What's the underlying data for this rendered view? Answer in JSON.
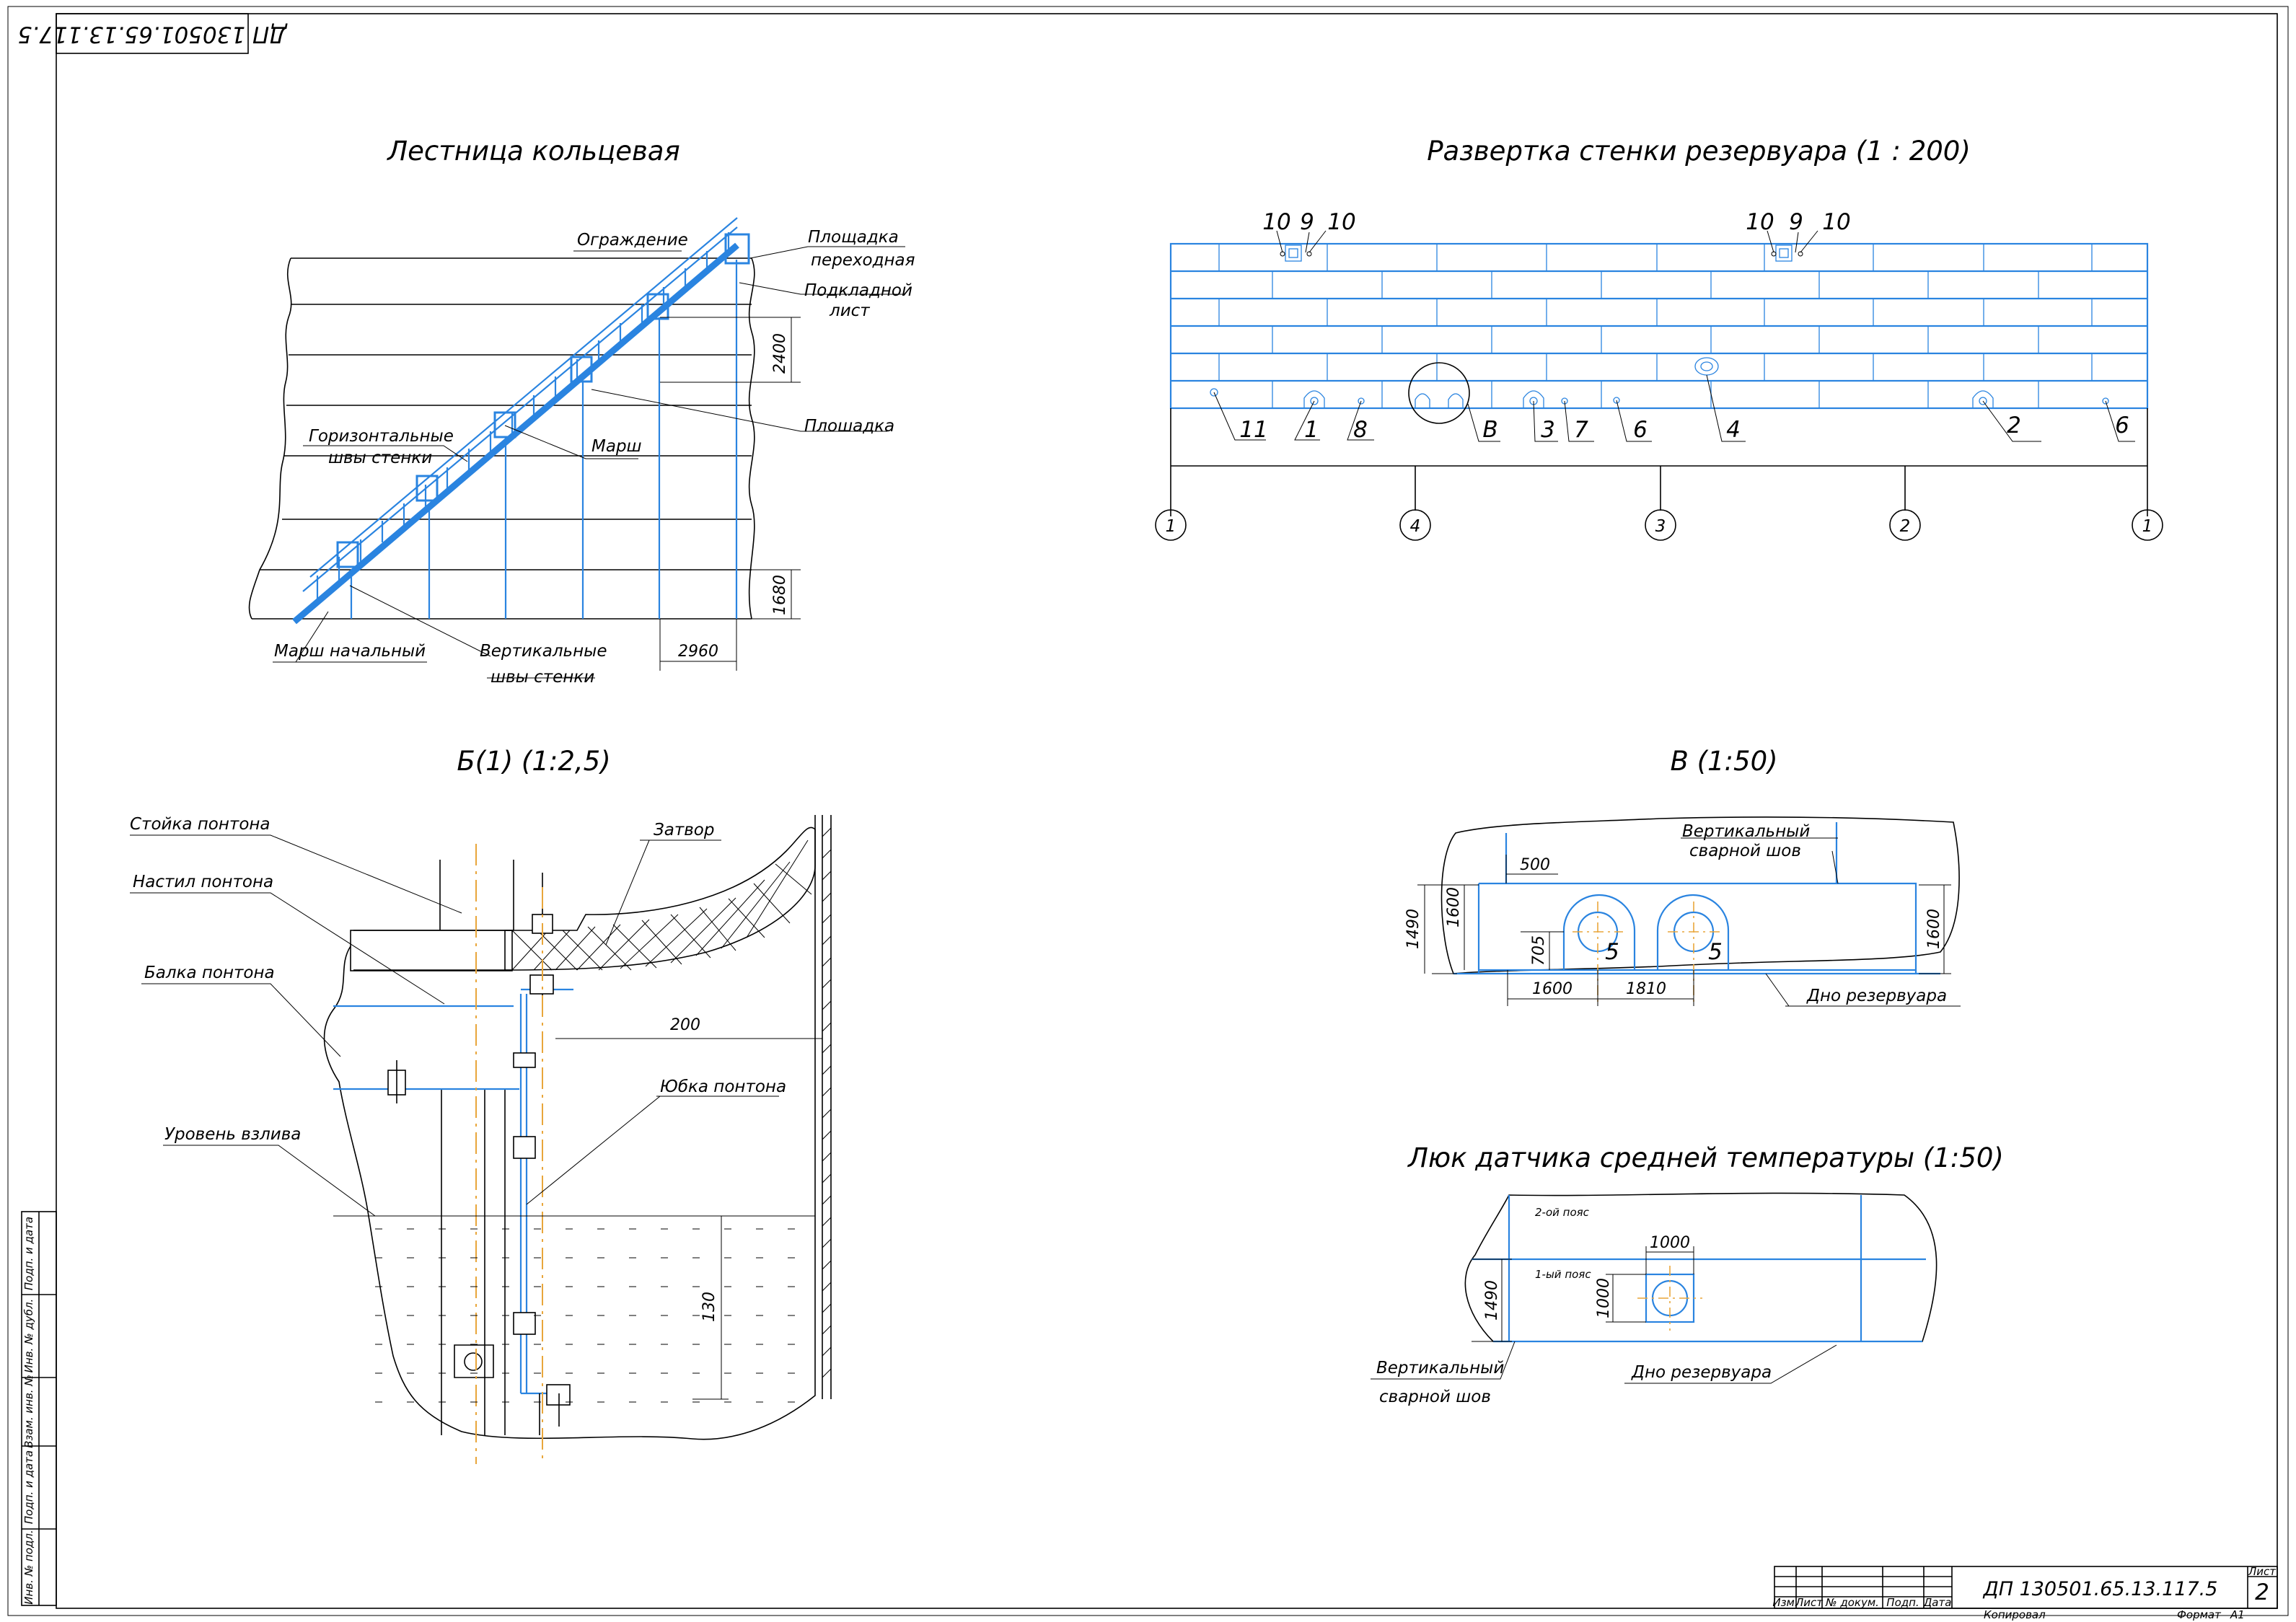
{
  "stamp_code_rotated": "ДП 130501.65.13.117.5",
  "ladder": {
    "title": "Лестница кольцевая",
    "labels": {
      "fence": "Ограждение",
      "platform_transfer_1": "Площадка",
      "platform_transfer_2": "переходная",
      "backing_sheet_1": "Подкладной",
      "backing_sheet_2": "лист",
      "horiz_seams_1": "Горизонтальные",
      "horiz_seams_2": "швы стенки",
      "march": "Марш",
      "platform": "Плошадка",
      "march_initial": "Марш начальный",
      "vert_seams_1": "Вертикальные",
      "vert_seams_2": "швы стенки"
    },
    "dims": {
      "d2400": "2400",
      "d1680": "1680",
      "d2960": "2960"
    }
  },
  "wall_unfold": {
    "title": "Развертка стенки резервуара (1 : 200)",
    "labels": {
      "l10a": "10",
      "l9a": "9",
      "l10b": "10",
      "l10c": "10",
      "l9b": "9",
      "l10d": "10",
      "l11": "11",
      "l1": "1",
      "l8": "8",
      "lB": "В",
      "l3": "3",
      "l7": "7",
      "l6a": "6",
      "l4": "4",
      "l2": "2",
      "l6b": "6"
    },
    "axes": [
      "1",
      "4",
      "3",
      "2",
      "1"
    ]
  },
  "section_b": {
    "title": "Б(1) (1:2,5)",
    "labels": {
      "stand": "Стойка понтона",
      "deck": "Настил понтона",
      "beam": "Балка понтона",
      "level": "Уровень взлива",
      "seal": "Затвор",
      "skirt": "Юбка понтона"
    },
    "dims": {
      "d200": "200",
      "d130": "130"
    }
  },
  "view_v": {
    "title": "В (1:50)",
    "labels": {
      "vert_seam_1": "Вертикальный",
      "vert_seam_2": "сварной шов",
      "bottom": "Дно резервуара",
      "n5a": "5",
      "n5b": "5"
    },
    "dims": {
      "d500": "500",
      "d1490": "1490",
      "d1600a": "1600",
      "d705": "705",
      "d1600b": "1600",
      "d1810": "1810",
      "d1600c": "1600"
    }
  },
  "hatch": {
    "title": "Люк датчика средней температуры  (1:50)",
    "labels": {
      "belt2": "2-ой пояс",
      "belt1": "1-ый пояс",
      "vert_seam_1": "Вертикальный",
      "vert_seam_2": "сварной шов",
      "bottom": "Дно резервуара"
    },
    "dims": {
      "d1000a": "1000",
      "d1490": "1490",
      "d1000b": "1000"
    }
  },
  "left_strip": [
    "Подп. и дата",
    "Инв. № дубл.",
    "Взам. инв. №",
    "Подп. и дата",
    "Инв. № подл."
  ],
  "title_block": {
    "code": "ДП 130501.65.13.117.5",
    "sheet_label": "Лист",
    "sheet_num": "2",
    "cols": [
      "Изм.",
      "Лист",
      "№ докум.",
      "Подп.",
      "Дата"
    ],
    "copied": "Копировал",
    "format_label": "Формат",
    "format_value": "А1"
  },
  "colors": {
    "accent": "#2a84e0",
    "ink": "#000000"
  }
}
